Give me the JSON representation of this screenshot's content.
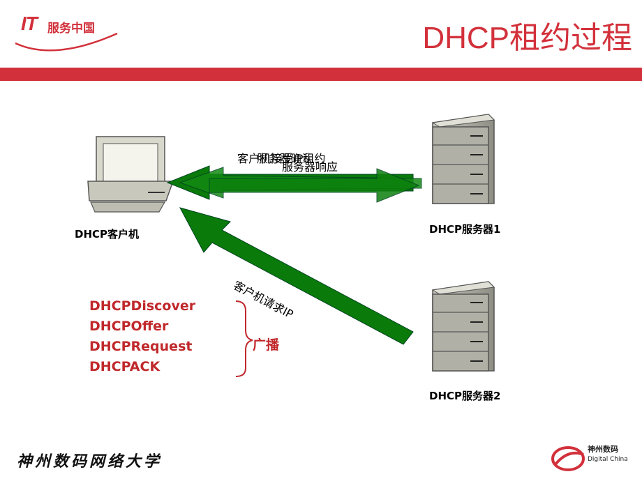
{
  "header": {
    "logo_it": "IT",
    "logo_text": "服务中国",
    "title": "DHCP租约过程"
  },
  "nodes": {
    "client": "DHCP客户机",
    "server1": "DHCP服务器1",
    "server2": "DHCP服务器2"
  },
  "arrows": {
    "top_label_1": "客户机接受IP租约",
    "top_label_2": "服务器确认",
    "top_label_3": "服务器响应",
    "diagonal_label": "客户机请求IP"
  },
  "messages": [
    "DHCPDiscover",
    "DHCPOffer",
    "DHCPRequest",
    "DHCPACK"
  ],
  "broadcast_label": "广播",
  "footer": {
    "left_text": "神州数码网络大学",
    "brand_cn": "神州数码",
    "brand_en": "Digital China"
  },
  "colors": {
    "accent_red": "#d2313b",
    "arrow_green": "#0a7a0a",
    "text_red": "#c0282b"
  }
}
